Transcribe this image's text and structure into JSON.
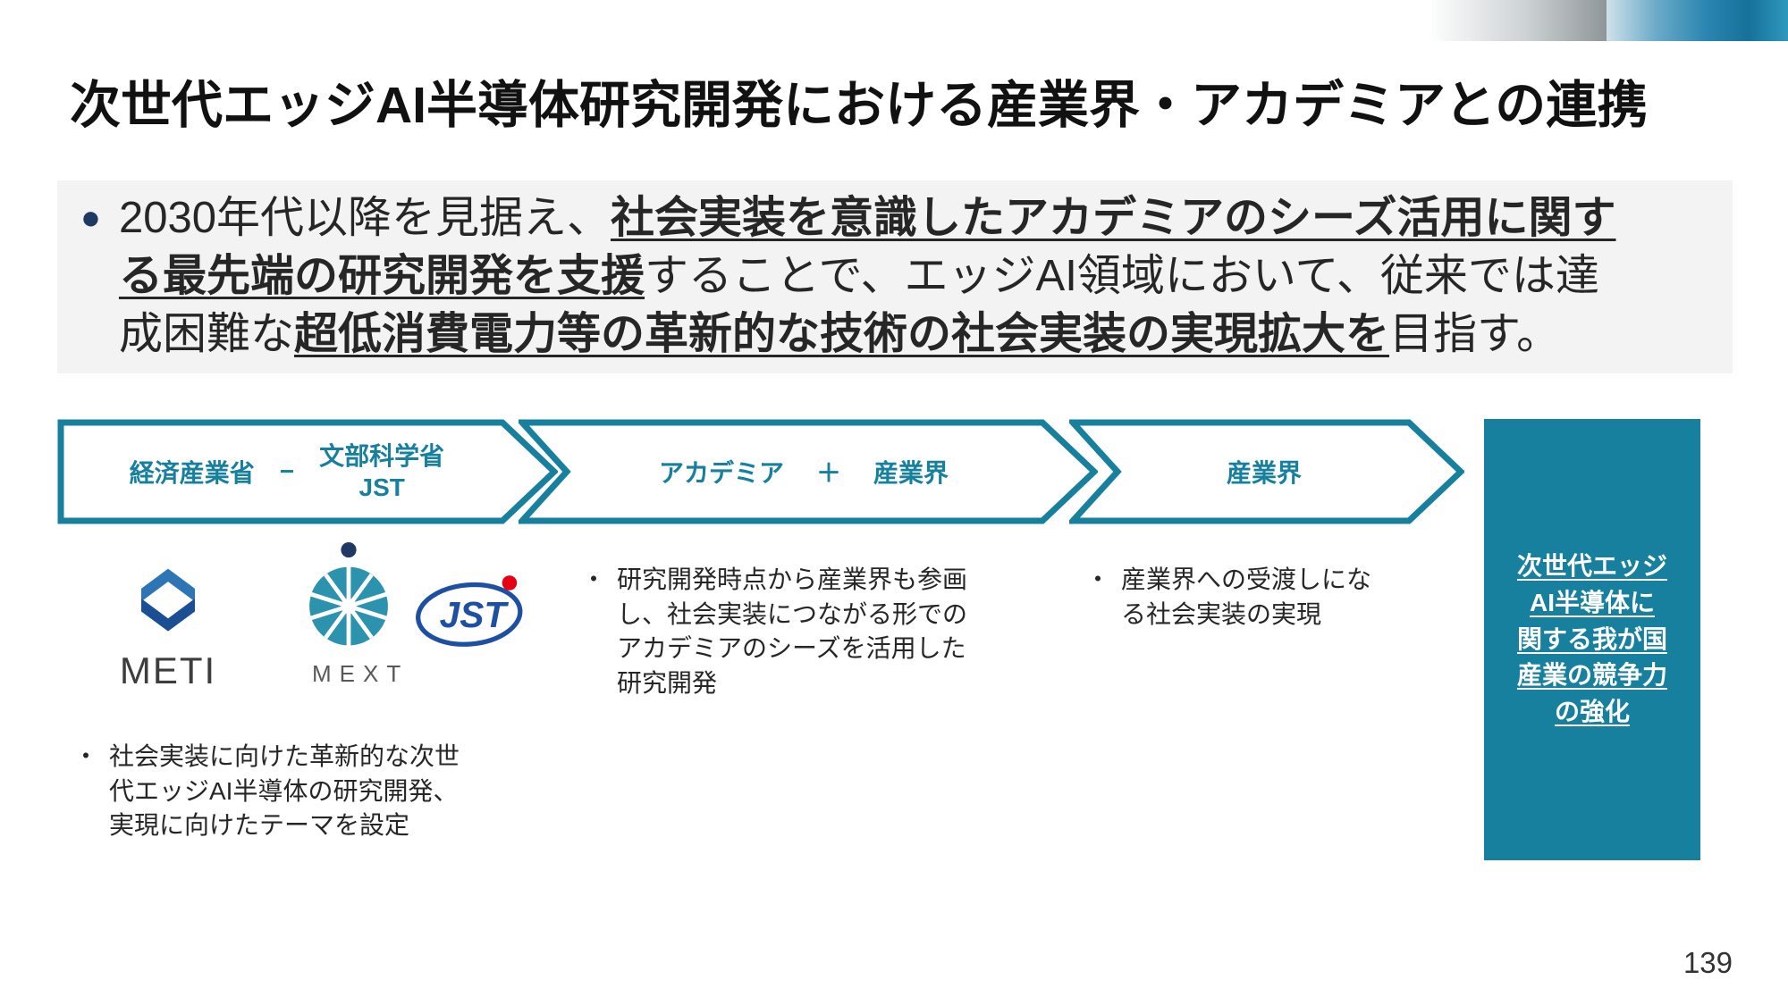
{
  "slide": {
    "title": "次世代エッジAI半導体研究開発における産業界・アカデミアとの連携",
    "page_number": "139"
  },
  "lead_paragraph": {
    "bullet_glyph": "●",
    "segments": [
      {
        "text": "2030年代以降を見据え、",
        "emphasis": false
      },
      {
        "text": "社会実装を意識したアカデミアのシーズ活用に関する最先端の研究開発を支援",
        "emphasis": true
      },
      {
        "text": "することで、エッジAI領域において、従来では達成困難な",
        "emphasis": false
      },
      {
        "text": "超低消費電力等の革新的な技術の社会実装の実現拡大を",
        "emphasis": true
      },
      {
        "text": "目指す。",
        "emphasis": false
      }
    ]
  },
  "flow": {
    "step1": {
      "org_left": "経済産業省",
      "separator": "−",
      "org_right_top": "文部科学省",
      "org_right_bottom": "JST"
    },
    "step2": {
      "left": "アカデミア",
      "plus": "＋",
      "right": "産業界"
    },
    "step3": {
      "label": "産業界"
    }
  },
  "logos": {
    "meti_label": "METI",
    "mext_label": "MEXT",
    "jst_label": "JST"
  },
  "notes": {
    "ministry": {
      "marker": "・",
      "text": "社会実装に向けた革新的な次世代エッジAI半導体の研究開発、実現に向けたテーマを設定"
    },
    "academia": {
      "marker": "・",
      "text": "研究開発時点から産業界も参画し、社会実装につながる形でのアカデミアのシーズを活用した研究開発"
    },
    "industry": {
      "marker": "・",
      "text": "産業界への受渡しになる社会実装の実現"
    }
  },
  "goal_box": {
    "lines": [
      "次世代エッジ",
      "AI半導体に",
      "関する我が国",
      "産業の競争力",
      "の強化"
    ]
  },
  "colors": {
    "teal": "#17809E",
    "navy_bullet": "#1F3864",
    "lead_box_bg": "#F3F3F3",
    "meti_blue_light": "#2E75B6",
    "meti_blue_dark": "#1B4F93",
    "mext_teal": "#2B93AD",
    "mext_navy_dot": "#1F3864",
    "jst_blue": "#1D50A2",
    "jst_red": "#E60012"
  }
}
